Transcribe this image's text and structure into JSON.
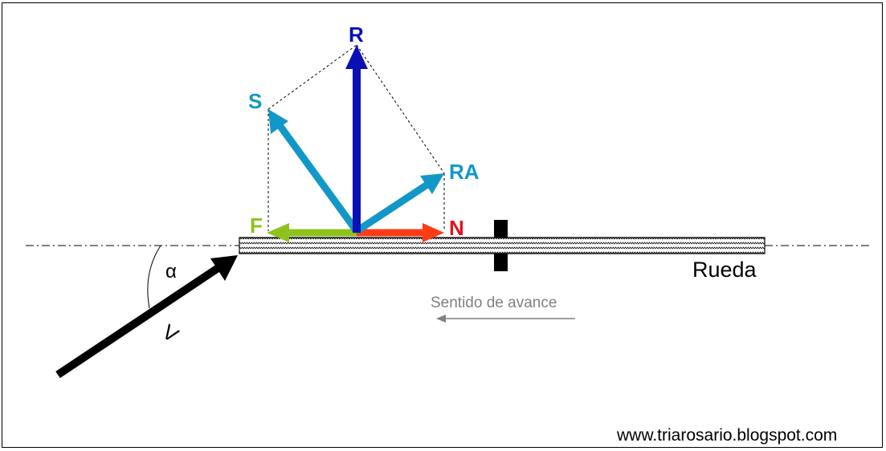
{
  "labels": {
    "R": "R",
    "S": "S",
    "RA": "RA",
    "F": "F",
    "N": "N",
    "alpha": "α",
    "V": "V",
    "wheel": "Rueda",
    "direction": "Sentido de avance",
    "url": "www.triarosario.blogspot.com"
  },
  "colors": {
    "R": "#0a10b4",
    "S": "#1298c8",
    "RA": "#1298c8",
    "F": "#8ec21c",
    "N": "#ff3c14",
    "N_label": "#e8101c",
    "V": "#000000",
    "direction": "#808080"
  }
}
